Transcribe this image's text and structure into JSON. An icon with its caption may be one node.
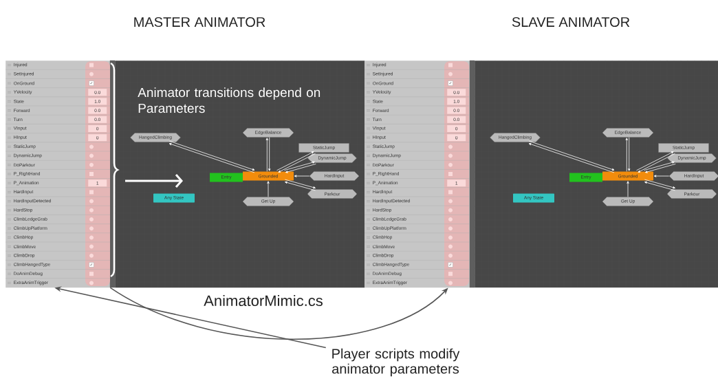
{
  "diagram": {
    "nodes": [
      {
        "text": [],
        "shape": "box"
      },
      {
        "text": [
          "Injured"
        ],
        "in": 0
      },
      {
        "text": [
          "SetInjured"
        ],
        "in": 0
      },
      {
        "text": [
          "OnGround",
          "✓"
        ],
        "in": 0
      },
      {
        "text": [
          "YVelocity",
          "0.0"
        ],
        "in": 0
      },
      {
        "text": [
          "State",
          "1.0"
        ],
        "in": 0
      },
      {
        "text": [
          "Forward",
          "0.0"
        ],
        "in": 0
      },
      {
        "text": [
          "Turn",
          "0.0"
        ],
        "in": 0
      },
      {
        "text": [
          "VInput",
          "0"
        ],
        "in": 0
      },
      {
        "text": [
          "HInput",
          "0"
        ],
        "in": 0
      },
      {
        "text": [
          "StaticJump"
        ],
        "in": 0
      },
      {
        "text": [
          "DynamicJump"
        ],
        "in": 0
      },
      {
        "text": [
          "DoParkour"
        ],
        "in": 0
      },
      {
        "text": [
          "P_RightHand"
        ],
        "in": 0
      },
      {
        "text": [
          "P_Animation",
          "1"
        ],
        "in": 0
      },
      {
        "text": [
          "HardInput"
        ],
        "in": 0
      },
      {
        "text": [
          "HardInputDetected"
        ],
        "in": 0
      },
      {
        "text": [
          "HardStop"
        ],
        "in": 0
      },
      {
        "text": [
          "ClimbLedgeGrab"
        ],
        "in": 0
      },
      {
        "text": [
          "ClimbUpPlatform"
        ],
        "in": 0
      },
      {
        "text": [
          "ClimbHop"
        ],
        "in": 0
      },
      {
        "text": [
          "ClimbMove"
        ],
        "in": 0
      },
      {
        "text": [
          "ClimbDrop"
        ],
        "in": 0
      },
      {
        "text": [
          "ClimbHangedType",
          "✓"
        ],
        "in": 0
      },
      {
        "text": [
          "DoAnimDebug"
        ],
        "in": 0
      },
      {
        "text": [
          "ExtraAnimTrigger"
        ],
        "in": 0
      },
      {
        "text": [],
        "shape": "box"
      },
      {
        "text": [
          "HangedClimbing"
        ],
        "in": 26
      },
      {
        "text": [
          "EdgeBalance"
        ],
        "in": 26
      },
      {
        "text": [
          "StaticJump"
        ],
        "in": 26
      },
      {
        "text": [
          "DynamicJump"
        ],
        "in": 26
      },
      {
        "text": [
          "Entry"
        ],
        "in": 26
      },
      {
        "text": [
          "Grounded"
        ],
        "in": 26
      },
      {
        "text": [
          "HardInput"
        ],
        "in": 26
      },
      {
        "text": [
          "Any State"
        ],
        "in": 26
      },
      {
        "text": [
          "Parkour"
        ],
        "in": 26
      },
      {
        "text": [
          "Get Up"
        ],
        "in": 26
      },
      {
        "text": [],
        "shape": "box"
      },
      {
        "text": [
          "Injured"
        ],
        "in": 37
      },
      {
        "text": [
          "SetInjured"
        ],
        "in": 37
      },
      {
        "text": [
          "OnGround",
          "✓"
        ],
        "in": 37
      },
      {
        "text": [
          "YVelocity",
          "0.0"
        ],
        "in": 37
      },
      {
        "text": [
          "State",
          "1.0"
        ],
        "in": 37
      },
      {
        "text": [
          "Forward",
          "0.0"
        ],
        "in": 37
      },
      {
        "text": [
          "Turn",
          "0.0"
        ],
        "in": 37
      },
      {
        "text": [
          "VInput",
          "0"
        ],
        "in": 37
      },
      {
        "text": [
          "HInput",
          "0"
        ],
        "in": 37
      },
      {
        "text": [
          "StaticJump"
        ],
        "in": 37
      },
      {
        "text": [
          "DynamicJump"
        ],
        "in": 37
      },
      {
        "text": [
          "DoParkour"
        ],
        "in": 37
      },
      {
        "text": [
          "P_RightHand"
        ],
        "in": 37
      },
      {
        "text": [
          "P_Animation",
          "1"
        ],
        "in": 37
      },
      {
        "text": [
          "HardInput"
        ],
        "in": 37
      },
      {
        "text": [
          "HardInputDetected"
        ],
        "in": 37
      },
      {
        "text": [
          "HardStop"
        ],
        "in": 37
      },
      {
        "text": [
          "ClimbLedgeGrab"
        ],
        "in": 37
      },
      {
        "text": [
          "ClimbUpPlatform"
        ],
        "in": 37
      },
      {
        "text": [
          "ClimbHop"
        ],
        "in": 37
      },
      {
        "text": [
          "ClimbMove"
        ],
        "in": 37
      },
      {
        "text": [
          "ClimbDrop"
        ],
        "in": 37
      },
      {
        "text": [
          "ClimbHangedType",
          "✓"
        ],
        "in": 37
      },
      {
        "text": [
          "DoAnimDebug"
        ],
        "in": 37
      },
      {
        "text": [
          "ExtraAnimTrigger"
        ],
        "in": 37
      },
      {
        "text": [],
        "shape": "box"
      },
      {
        "text": [
          "HangedClimbing"
        ],
        "in": 63
      },
      {
        "text": [
          "EdgeBalance"
        ],
        "in": 63
      },
      {
        "text": [
          "StaticJump"
        ],
        "in": 63
      },
      {
        "text": [
          "DynamicJump"
        ],
        "in": 63
      },
      {
        "text": [
          "Entry"
        ],
        "in": 63
      },
      {
        "text": [
          "Grounded"
        ],
        "in": 63
      },
      {
        "text": [
          "HardInput"
        ],
        "in": 63
      },
      {
        "text": [
          "Any State"
        ],
        "in": 63
      },
      {
        "text": [
          "Parkour"
        ],
        "in": 63
      },
      {
        "text": [
          "Get Up"
        ],
        "in": 63
      },
      {
        "text": [
          "Player scripts modify animator parameters"
        ]
      }
    ],
    "edges": [
      {
        "from": 27,
        "to": 32,
        "arrow": "to"
      },
      {
        "from": 32,
        "to": 27,
        "arrow": "to"
      },
      {
        "from": 28,
        "to": 32,
        "arrow": "to"
      },
      {
        "from": 32,
        "to": 28,
        "arrow": "to"
      },
      {
        "from": 29,
        "to": 32,
        "arrow": "to"
      },
      {
        "from": 32,
        "to": 29,
        "arrow": "to"
      },
      {
        "from": 30,
        "to": 32,
        "arrow": "to"
      },
      {
        "from": 32,
        "to": 30,
        "arrow": "to"
      },
      {
        "from": 33,
        "to": 32,
        "arrow": "to"
      },
      {
        "from": 35,
        "to": 32,
        "arrow": "to"
      },
      {
        "from": 32,
        "to": 35,
        "arrow": "to"
      },
      {
        "from": 36,
        "to": 32,
        "arrow": "to"
      },
      {
        "from": 64,
        "to": 69,
        "arrow": "to"
      },
      {
        "from": 69,
        "to": 64,
        "arrow": "to"
      },
      {
        "from": 65,
        "to": 69,
        "arrow": "to"
      },
      {
        "from": 69,
        "to": 65,
        "arrow": "to"
      },
      {
        "from": 66,
        "to": 69,
        "arrow": "to"
      },
      {
        "from": 69,
        "to": 66,
        "arrow": "to"
      },
      {
        "from": 67,
        "to": 69,
        "arrow": "to"
      },
      {
        "from": 69,
        "to": 67,
        "arrow": "to"
      },
      {
        "from": 70,
        "to": 69,
        "arrow": "to"
      },
      {
        "from": 72,
        "to": 69,
        "arrow": "to"
      },
      {
        "from": 69,
        "to": 72,
        "arrow": "to"
      },
      {
        "from": 73,
        "to": 69,
        "arrow": "to"
      },
      {
        "from": 0,
        "to": 37,
        "arrow": "to",
        "label": "AnimatorMimic.cs",
        "color": "#555555"
      },
      {
        "from": 74,
        "to": 0,
        "arrow": "to",
        "color": "#555555"
      }
    ],
    "labels": [
      "MASTER ANIMATOR",
      "SLAVE ANIMATOR",
      "Animator transitions depend on Parameters"
    ]
  }
}
